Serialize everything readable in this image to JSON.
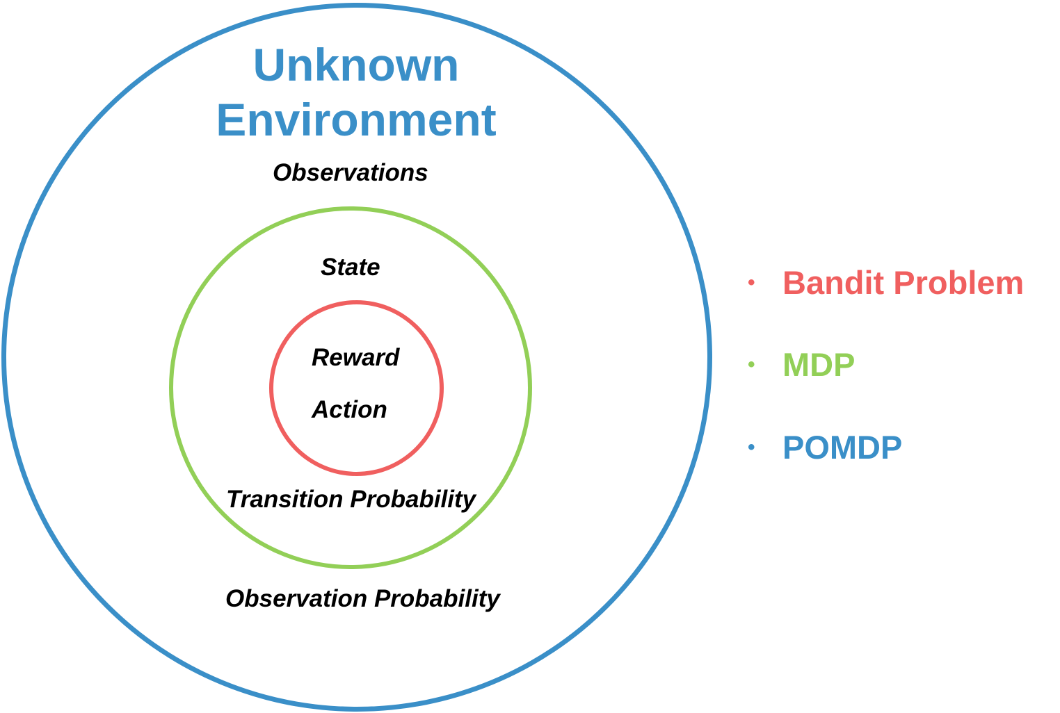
{
  "title": {
    "line1": "Unknown",
    "line2": "Environment"
  },
  "rings": {
    "outer_color": "#3a8fc8",
    "middle_color": "#92cf57",
    "inner_color": "#f05f5f"
  },
  "terms": {
    "observations": "Observations",
    "state": "State",
    "reward": "Reward",
    "action": "Action",
    "transition_probability": "Transition Probability",
    "observation_probability": "Observation Probability"
  },
  "legend": {
    "bullet": "•",
    "items": [
      {
        "label": "Bandit Problem",
        "color": "#f05f5f"
      },
      {
        "label": "MDP",
        "color": "#92cf57"
      },
      {
        "label": "POMDP",
        "color": "#3a8fc8"
      }
    ]
  }
}
